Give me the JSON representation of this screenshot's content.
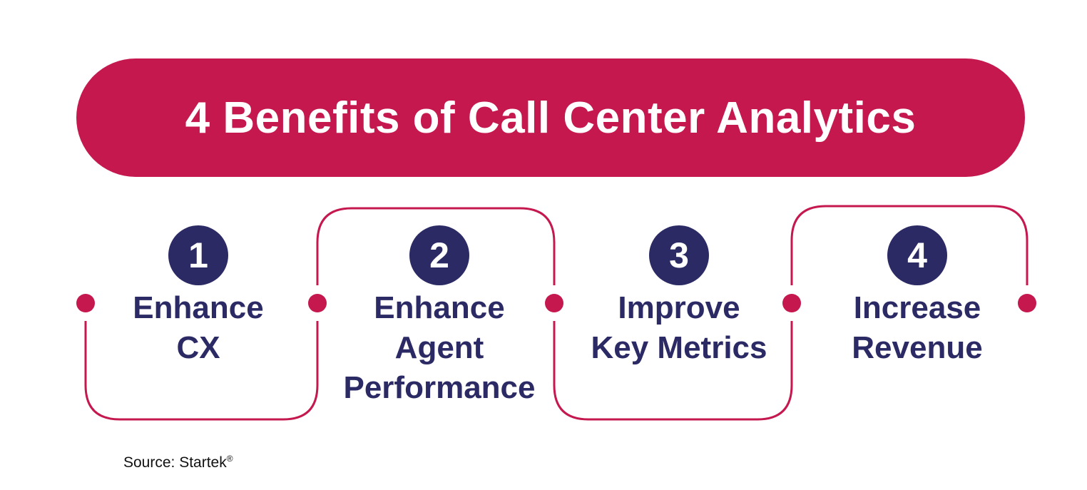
{
  "title": "4 Benefits of Call Center Analytics",
  "colors": {
    "banner": "#c4184f",
    "connector": "#c4184f",
    "badge": "#2b2a64",
    "step_text": "#2b2a64",
    "banner_text": "#ffffff"
  },
  "steps": [
    {
      "number": "1",
      "label": "Enhance\nCX"
    },
    {
      "number": "2",
      "label": "Enhance\nAgent\nPerformance"
    },
    {
      "number": "3",
      "label": "Improve\nKey Metrics"
    },
    {
      "number": "4",
      "label": "Increase\nRevenue"
    }
  ],
  "source": {
    "text": "Source: Startek",
    "mark": "®"
  }
}
